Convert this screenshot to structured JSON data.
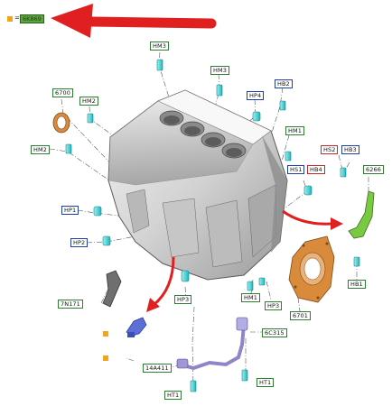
{
  "legend": {
    "equals": "=",
    "part_label": "6K869"
  },
  "labels": {
    "hm3_top": "HM3",
    "hm3_mid": "HM3",
    "hb2": "HB2",
    "hp4": "HP4",
    "l6700": "6700",
    "hm2_a": "HM2",
    "hm2_b": "HM2",
    "hm1_a": "HM1",
    "hs2": "HS2",
    "hb3": "HB3",
    "hs1": "HS1",
    "hb4": "HB4",
    "l6266": "6266",
    "hp1": "HP1",
    "hp2": "HP2",
    "hb1": "HB1",
    "n7n171": "7N171",
    "hp3_a": "HP3",
    "hm1_b": "HM1",
    "hp3_b": "HP3",
    "l6701": "6701",
    "c6c315": "6C315",
    "a14a411": "14A411",
    "ht1_a": "HT1",
    "ht1_b": "HT1"
  },
  "colors": {
    "arrow_red": "#e02020",
    "legend_orange": "#f2a51a",
    "label_green": "#2e7d32",
    "label_blue": "#1f3fa8",
    "label_red": "#c62828",
    "bolt_cyan": "#3fd3d6",
    "gasket_orange": "#d98a3a",
    "bracket_green": "#7ac943",
    "sensor_blue": "#5b6fd6",
    "harness_purple": "#8e86c9"
  }
}
